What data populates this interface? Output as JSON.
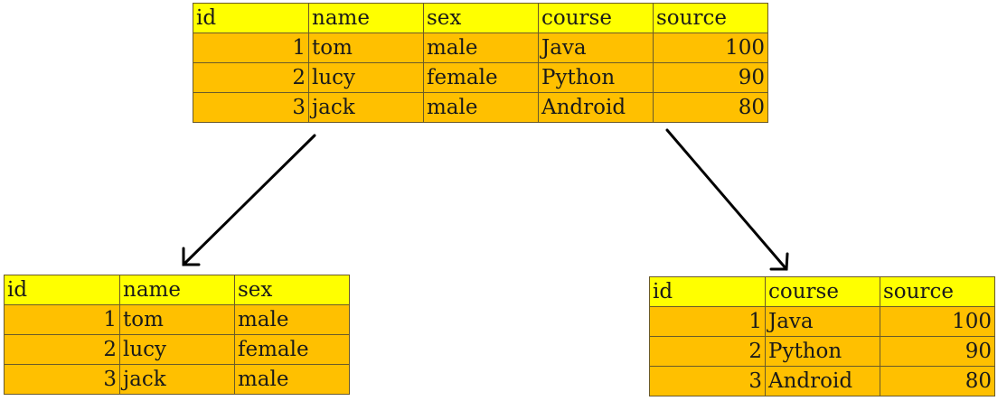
{
  "main_table": {
    "headers": [
      "id",
      "name",
      "sex",
      "course",
      "source"
    ],
    "rows": [
      [
        "1",
        "tom",
        "male",
        "Java",
        "100"
      ],
      [
        "2",
        "lucy",
        "female",
        "Python",
        "90"
      ],
      [
        "3",
        "jack",
        "male",
        "Android",
        "80"
      ]
    ]
  },
  "left_table": {
    "headers": [
      "id",
      "name",
      "sex"
    ],
    "rows": [
      [
        "1",
        "tom",
        "male"
      ],
      [
        "2",
        "lucy",
        "female"
      ],
      [
        "3",
        "jack",
        "male"
      ]
    ]
  },
  "right_table": {
    "headers": [
      "id",
      "course",
      "source"
    ],
    "rows": [
      [
        "1",
        "Java",
        "100"
      ],
      [
        "2",
        "Python",
        "90"
      ],
      [
        "3",
        "Android",
        "80"
      ]
    ]
  },
  "colors": {
    "header_fill": "#ffff00",
    "row_fill": "#ffc000",
    "arrow": "#000000"
  }
}
